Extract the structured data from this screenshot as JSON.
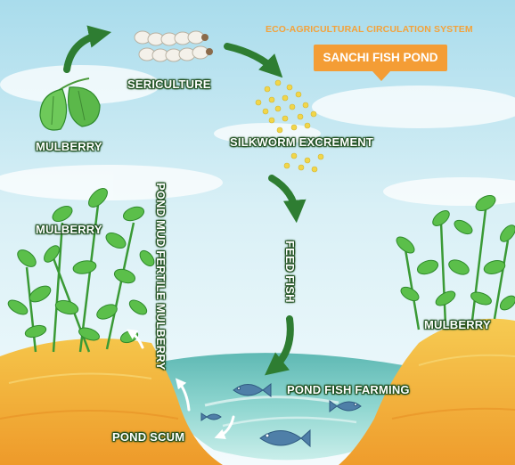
{
  "header": {
    "subtitle": "ECO-AGRICULTURAL CIRCULATION SYSTEM",
    "badge": "SANCHI FISH POND"
  },
  "nodes": {
    "mulberry_top": "MULBERRY",
    "sericulture": "SERICULTURE",
    "silkworm_excrement": "SILKWORM EXCREMENT",
    "mulberry_left": "MULBERRY",
    "feed_fish": "FEED FISH",
    "pond_mud": "POND MUD FERTILE MULBERRY",
    "mulberry_right": "MULBERRY",
    "pond_fish_farming": "POND FISH FARMING",
    "pond_scum": "POND SCUM"
  },
  "colors": {
    "arrow": "#2e7d32",
    "label_outline": "#1c4d1c",
    "accent": "#f49d35",
    "water": "#6fc9c2",
    "soil": "#f2b53a"
  },
  "icons": [
    "mulberry-leaf-icon",
    "silkworm-icon",
    "excrement-dots-icon",
    "fish-icon",
    "mulberry-bush-icon"
  ]
}
